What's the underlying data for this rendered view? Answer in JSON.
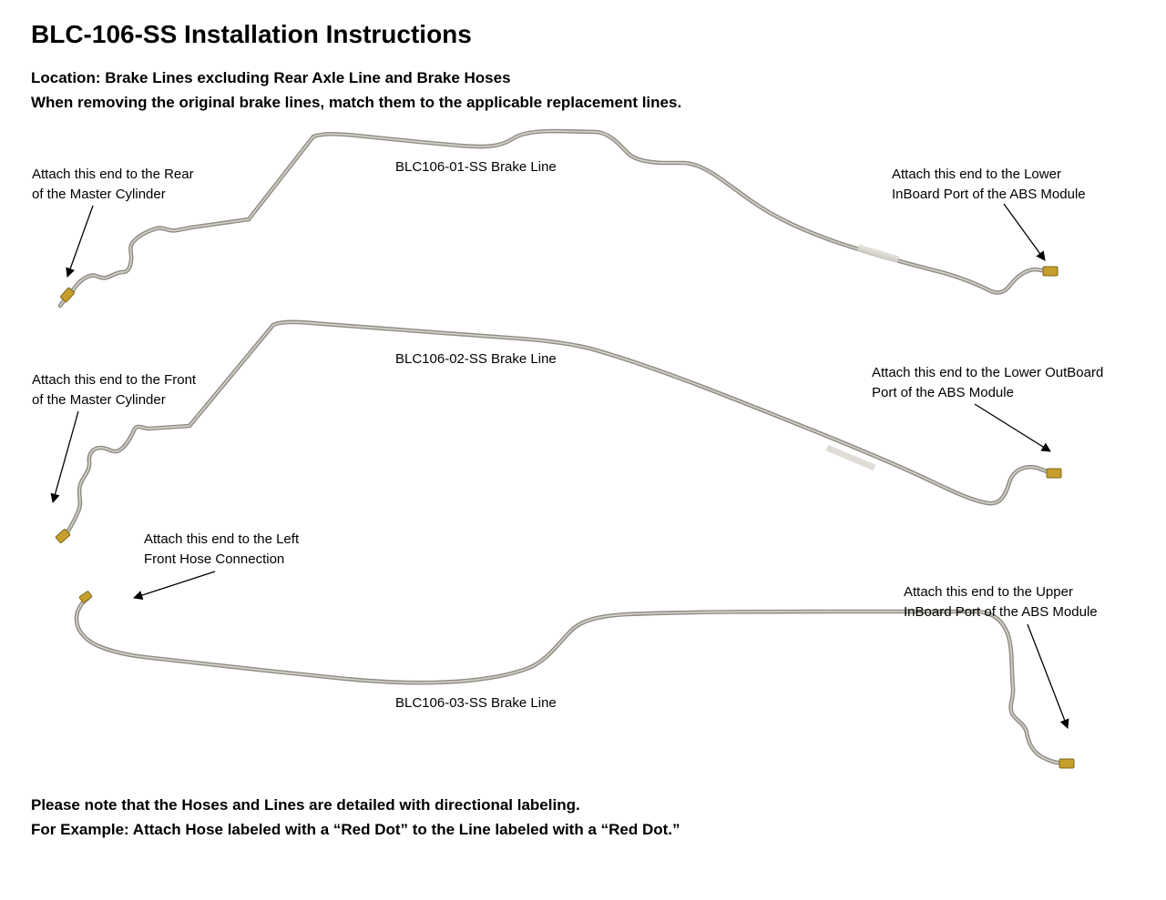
{
  "doc": {
    "title": "BLC-106-SS Installation Instructions",
    "subtitle1": "Location: Brake Lines excluding Rear Axle Line and Brake Hoses",
    "subtitle2": "When removing the original brake lines, match them to the applicable replacement lines.",
    "footer1": "Please note that the Hoses and Lines are detailed with directional labeling.",
    "footer2": "For Example: Attach Hose labeled with a “Red Dot” to the Line labeled with a “Red Dot.”"
  },
  "brake_lines": [
    {
      "label": "BLC106-01-SS Brake Line",
      "left_note": "Attach this end to the Rear\nof  the Master Cylinder",
      "right_note": "Attach this end to the Lower\nInBoard Port of the ABS Module"
    },
    {
      "label": "BLC106-02-SS Brake Line",
      "left_note": "Attach this end to the Front\nof the Master Cylinder",
      "right_note": "Attach this end to the Lower OutBoard\nPort of the ABS Module"
    },
    {
      "label": "BLC106-03-SS Brake Line",
      "left_note": "Attach this end to the Left\nFront Hose Connection",
      "right_note": "Attach this end to the Upper\nInBoard Port of the ABS Module"
    }
  ],
  "colors": {
    "tube_edge": "#918d85",
    "tube_highlight": "#d3d0c8",
    "fitting_brass": "#c59e2c",
    "text": "#000000"
  }
}
